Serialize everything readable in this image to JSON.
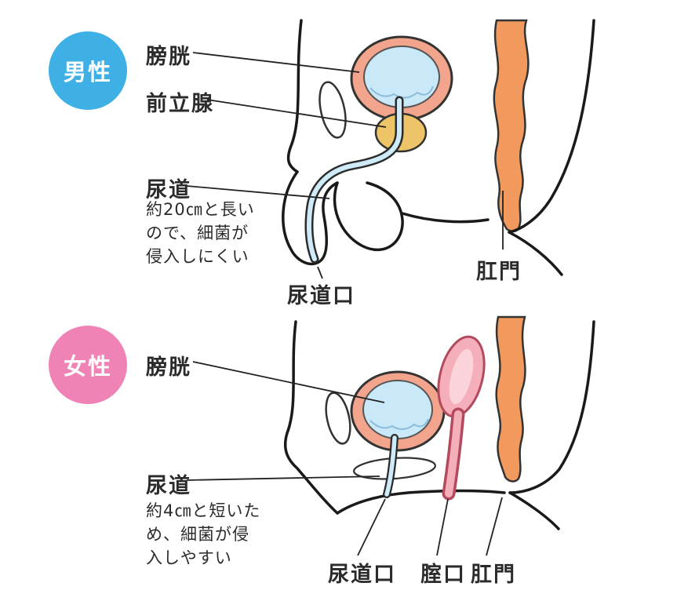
{
  "colors": {
    "male_badge": "#3fb0e6",
    "female_badge": "#f083b5",
    "bladder_wall": "#f2a58c",
    "bladder_fill": "#c9e8f8",
    "prostate_fill": "#eec469",
    "rectum_fill": "#f29a5e",
    "uterus_fill": "#f5afba",
    "urethra_fill": "#cfeaf8",
    "outline": "#333333"
  },
  "male_panel": {
    "badge_label": "男性",
    "bladder_label": "膀胱",
    "prostate_label": "前立腺",
    "urethra_label": "尿道",
    "urethra_note": [
      "約20㎝と長い",
      "ので、細菌が",
      "侵入しにくい"
    ],
    "urethral_opening_label": "尿道口",
    "anus_label": "肛門"
  },
  "female_panel": {
    "badge_label": "女性",
    "bladder_label": "膀胱",
    "urethra_label": "尿道",
    "urethra_note": [
      "約4㎝と短いた",
      "め、細菌が侵",
      "入しやすい"
    ],
    "urethral_opening_label": "尿道口",
    "vaginal_opening_label": "腟口",
    "anus_label": "肛門"
  }
}
